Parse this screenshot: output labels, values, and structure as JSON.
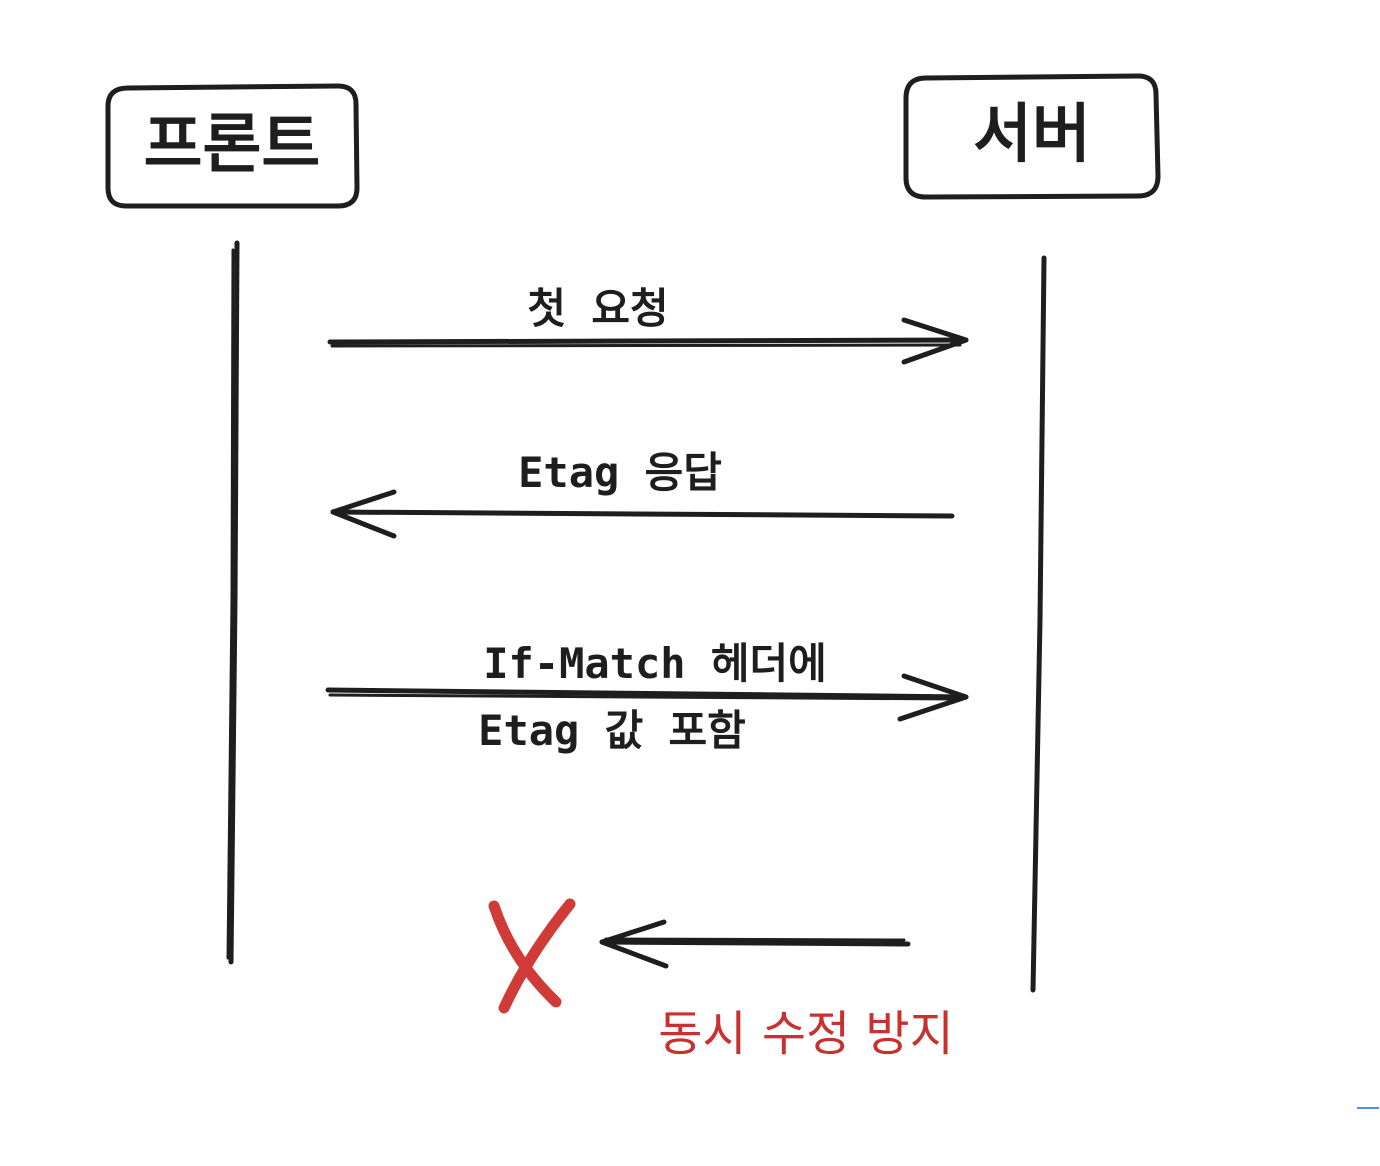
{
  "actors": {
    "front": "프론트",
    "server": "서버"
  },
  "messages": {
    "first_request": "첫 요청",
    "etag_response": "Etag 응답",
    "if_match_line1": "If-Match 헤더에",
    "if_match_line2": "Etag 값 포함"
  },
  "annotation": {
    "prevent": "동시 수정 방지"
  },
  "colors": {
    "ink": "#1e1e1e",
    "red": "#d03b38",
    "red_text": "#c7322f"
  },
  "icons": {
    "reject_mark": "x-mark-icon"
  }
}
